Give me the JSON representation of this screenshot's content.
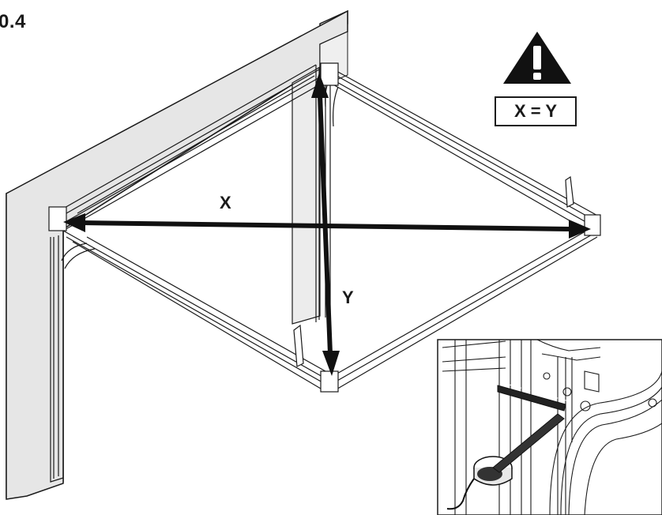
{
  "step_label": "0.4",
  "warning": {
    "icon": "warning-triangle-icon",
    "equation": "X = Y"
  },
  "dimensions": {
    "x_label": "X",
    "y_label": "Y"
  },
  "inset": {
    "icon": "tape-measure-icon"
  },
  "colors": {
    "wall_fill": "#e8e8e8",
    "line": "#1a1a1a"
  }
}
